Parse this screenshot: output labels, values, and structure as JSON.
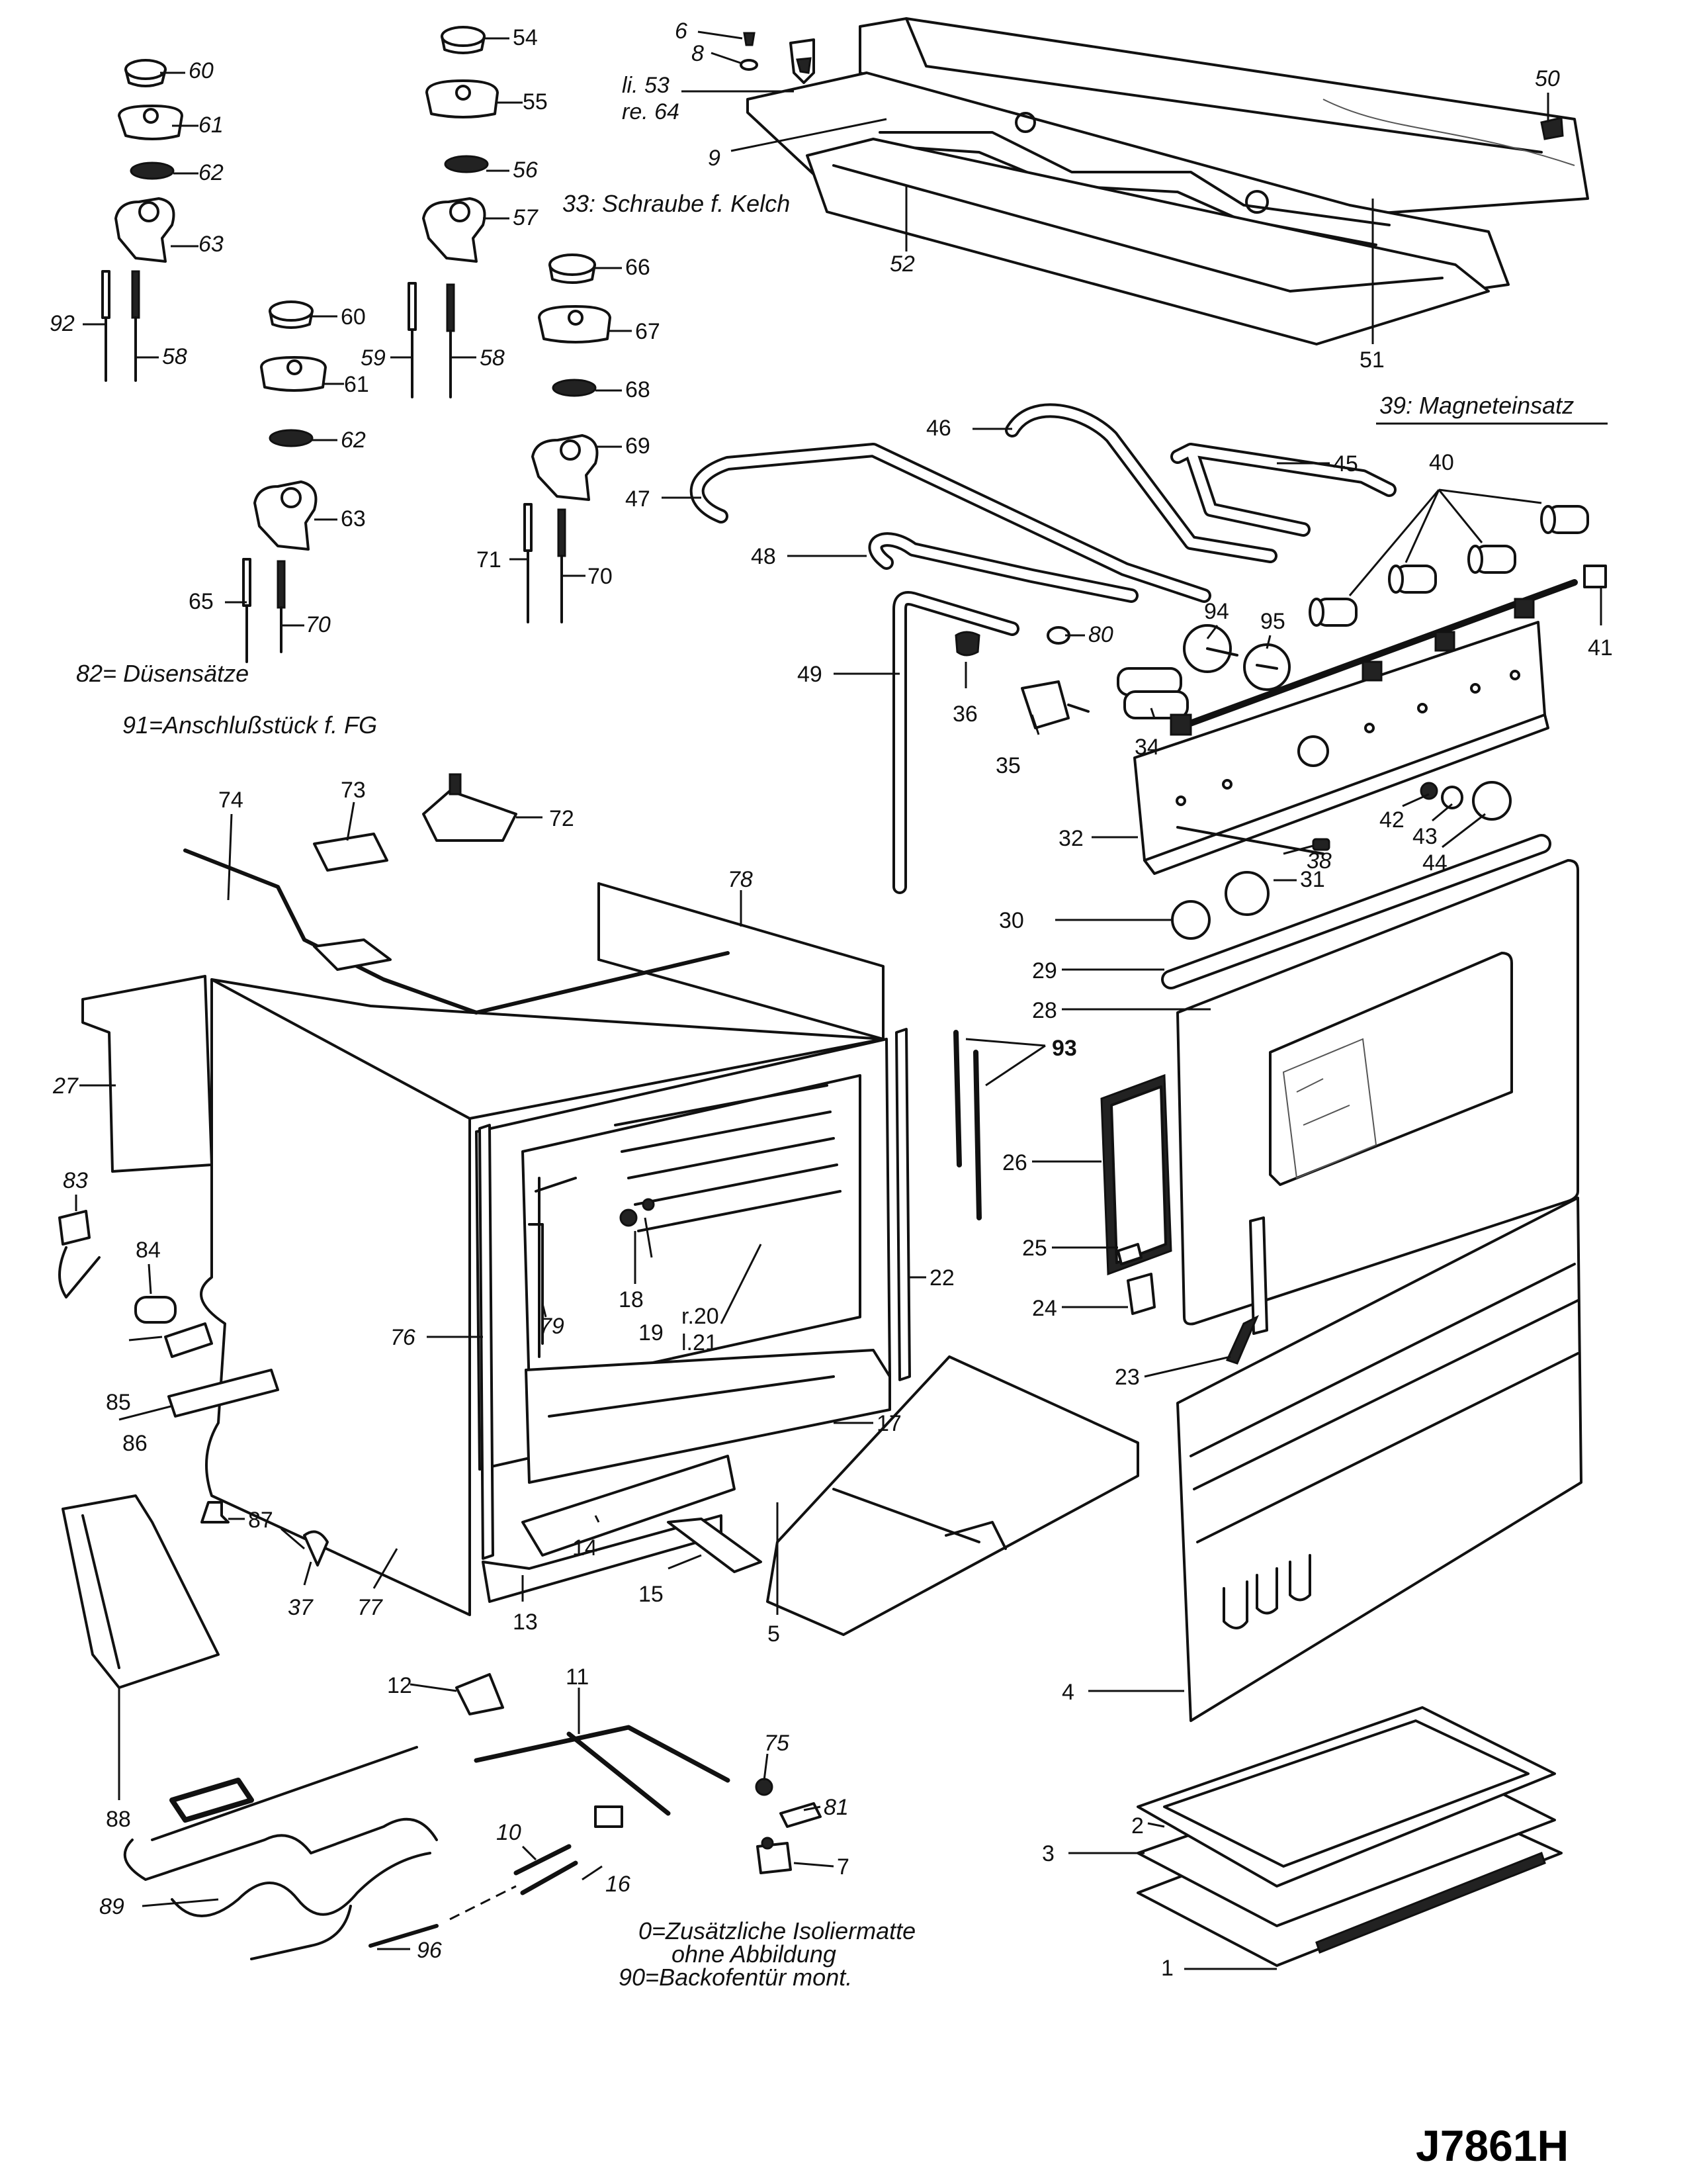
{
  "document_code": "J7861H",
  "notes": {
    "screw": "33: Schraube f. Kelch",
    "magnet": "39: Magneteinsatz",
    "nozzle": "82= Düsensätze",
    "connector": "91=Anschlußstück f. FG",
    "insulation_1": "0=Zusätzliche Isoliermatte",
    "insulation_2": "ohne Abbildung",
    "door": "90=Backofentür mont."
  },
  "callouts": {
    "c1": "1",
    "c2": "2",
    "c3": "3",
    "c4": "4",
    "c5": "5",
    "c6": "6",
    "c7": "7",
    "c8": "8",
    "c9": "9",
    "c10": "10",
    "c11": "11",
    "c12": "12",
    "c13": "13",
    "c14": "14",
    "c15": "15",
    "c16": "16",
    "c17": "17",
    "c18": "18",
    "c19": "19",
    "c20": "r.20",
    "c21": "l.21",
    "c22": "22",
    "c23": "23",
    "c24": "24",
    "c25": "25",
    "c26": "26",
    "c27": "27",
    "c28": "28",
    "c29": "29",
    "c30": "30",
    "c31": "31",
    "c32": "32",
    "c34": "34",
    "c35": "35",
    "c36": "36",
    "c37": "37",
    "c38": "38",
    "c40": "40",
    "c41": "41",
    "c42": "42",
    "c43": "43",
    "c44": "44",
    "c45": "45",
    "c46": "46",
    "c47": "47",
    "c48": "48",
    "c49": "49",
    "c50": "50",
    "c51": "51",
    "c52": "52",
    "c53": "li. 53",
    "c64": "re. 64",
    "c54": "54",
    "c55": "55",
    "c56": "56",
    "c57": "57",
    "c58a": "58",
    "c58b": "58",
    "c59": "59",
    "c60a": "60",
    "c60b": "60",
    "c61a": "61",
    "c61b": "61",
    "c62a": "62",
    "c62b": "62",
    "c63a": "63",
    "c63b": "63",
    "c65": "65",
    "c66": "66",
    "c67": "67",
    "c68": "68",
    "c69": "69",
    "c70a": "70",
    "c70b": "70",
    "c71": "71",
    "c72": "72",
    "c73": "73",
    "c74": "74",
    "c75": "75",
    "c76": "76",
    "c77": "77",
    "c78": "78",
    "c79": "79",
    "c80": "80",
    "c81": "81",
    "c83": "83",
    "c84": "84",
    "c85": "85",
    "c86": "86",
    "c87": "87",
    "c88": "88",
    "c89": "89",
    "c92": "92",
    "c93": "93",
    "c94": "94",
    "c95": "95",
    "c96": "96"
  }
}
